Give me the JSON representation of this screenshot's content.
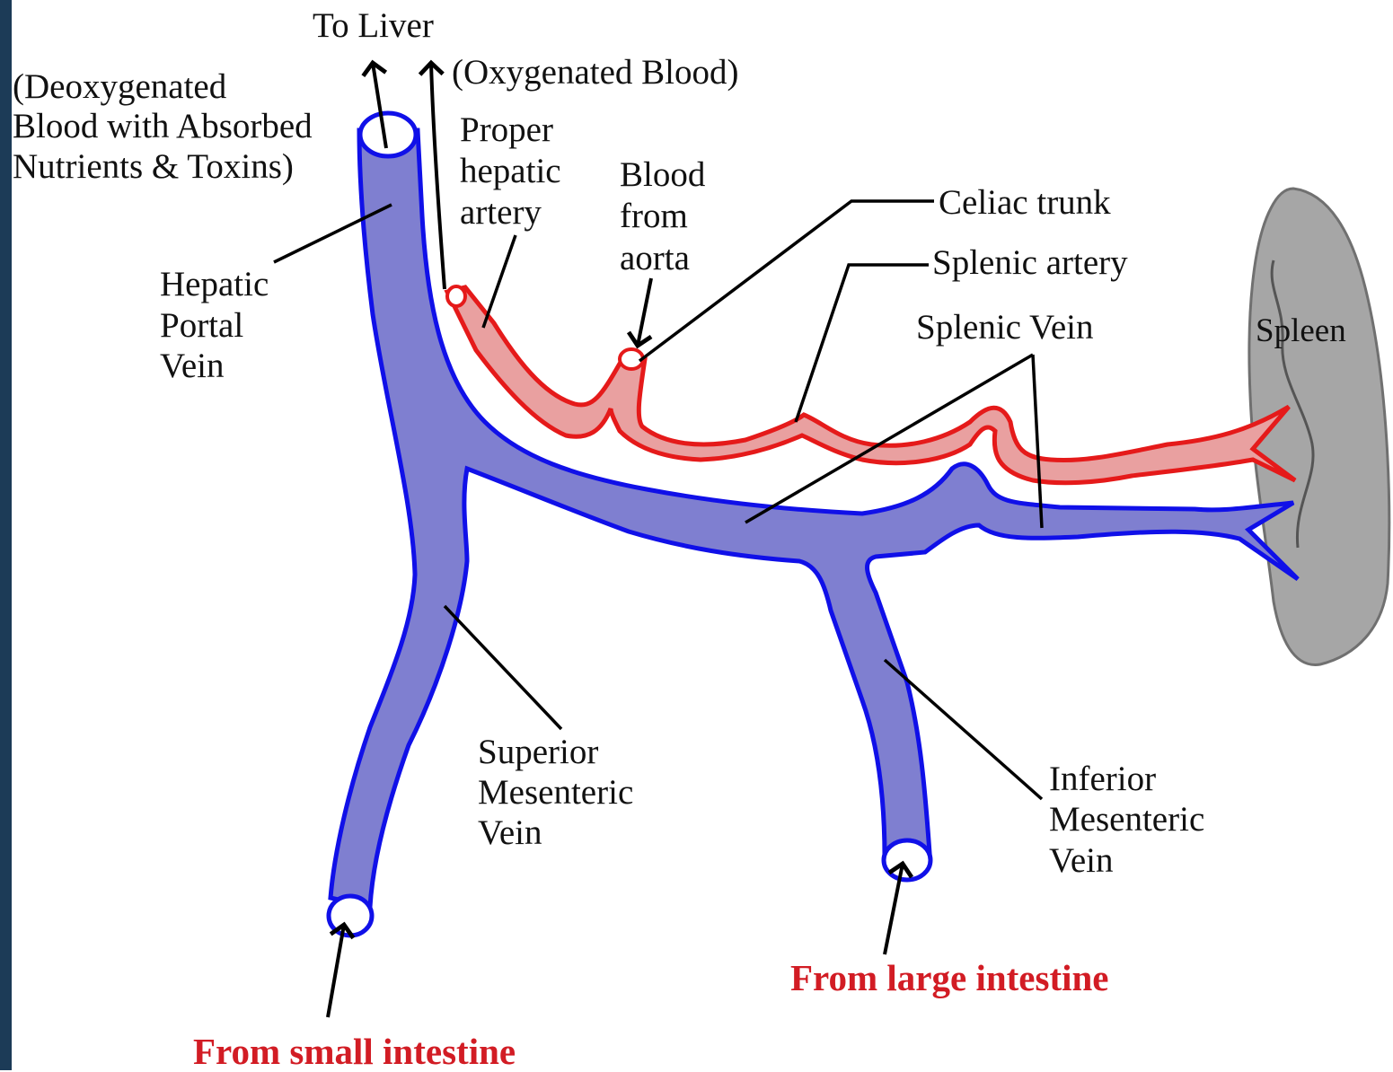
{
  "colors": {
    "vein_fill": "#7f7fd0",
    "vein_stroke": "#1010e8",
    "artery_fill": "#e9a0a0",
    "artery_stroke": "#e51a1a",
    "spleen_fill": "#a6a6a6",
    "spleen_stroke": "#707070",
    "highlight_label": "#d21c24",
    "left_border": "#1c3b57"
  },
  "labels": {
    "to_liver": "To Liver",
    "oxygenated_blood": "(Oxygenated Blood)",
    "deoxygenated": [
      "(Deoxygenated",
      "Blood with Absorbed",
      "Nutrients & Toxins)"
    ],
    "proper_hepatic_artery": [
      "Proper",
      "hepatic",
      "artery"
    ],
    "blood_from_aorta": [
      "Blood",
      "from",
      "aorta"
    ],
    "celiac_trunk": "Celiac trunk",
    "splenic_artery": "Splenic artery",
    "splenic_vein": "Splenic Vein",
    "spleen": "Spleen",
    "hepatic_portal_vein": [
      "Hepatic",
      "Portal",
      "Vein"
    ],
    "superior_mesenteric_vein": [
      "Superior",
      "Mesenteric",
      "Vein"
    ],
    "inferior_mesenteric_vein": [
      "Inferior",
      "Mesenteric",
      "Vein"
    ],
    "from_large_intestine": "From large intestine",
    "from_small_intestine": "From small intestine"
  }
}
